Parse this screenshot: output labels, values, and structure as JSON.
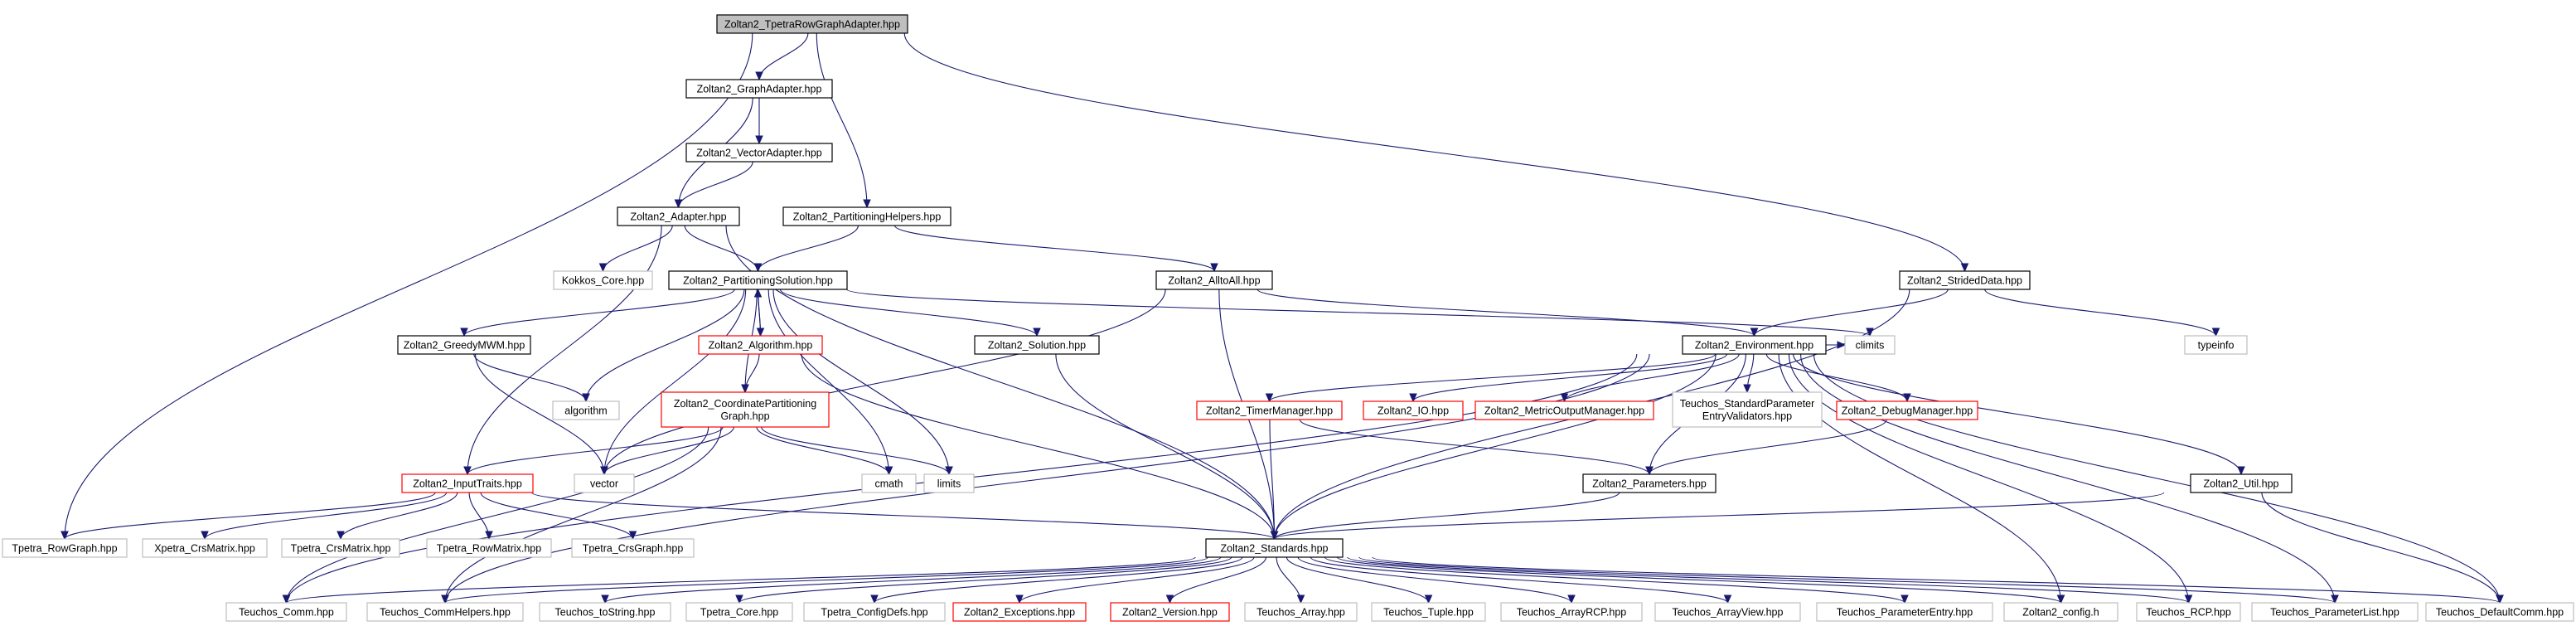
{
  "colors": {
    "root_fill": "#bfbfbf",
    "normal_border": "#000000",
    "truncated_border": "#ff0000",
    "system_border": "#bfbfbf",
    "edge": "#191970"
  },
  "nodes": [
    {
      "id": "root",
      "kind": "root",
      "lines": [
        "Zoltan2_TpetraRowGraphAdapter.hpp"
      ]
    },
    {
      "id": "graphadapter",
      "kind": "normal",
      "lines": [
        "Zoltan2_GraphAdapter.hpp"
      ]
    },
    {
      "id": "vectoradapter",
      "kind": "normal",
      "lines": [
        "Zoltan2_VectorAdapter.hpp"
      ]
    },
    {
      "id": "adapter",
      "kind": "normal",
      "lines": [
        "Zoltan2_Adapter.hpp"
      ]
    },
    {
      "id": "partitioninghelpers",
      "kind": "normal",
      "lines": [
        "Zoltan2_PartitioningHelpers.hpp"
      ]
    },
    {
      "id": "kokkos_core",
      "kind": "system",
      "lines": [
        "Kokkos_Core.hpp"
      ]
    },
    {
      "id": "partitioningsolution",
      "kind": "normal",
      "lines": [
        "Zoltan2_PartitioningSolution.hpp"
      ]
    },
    {
      "id": "alltoall",
      "kind": "normal",
      "lines": [
        "Zoltan2_AlltoAll.hpp"
      ]
    },
    {
      "id": "strideddata",
      "kind": "normal",
      "lines": [
        "Zoltan2_StridedData.hpp"
      ]
    },
    {
      "id": "greedymwm",
      "kind": "normal",
      "lines": [
        "Zoltan2_GreedyMWM.hpp"
      ]
    },
    {
      "id": "algorithm_hpp",
      "kind": "truncated",
      "lines": [
        "Zoltan2_Algorithm.hpp"
      ]
    },
    {
      "id": "solution",
      "kind": "normal",
      "lines": [
        "Zoltan2_Solution.hpp"
      ]
    },
    {
      "id": "environment",
      "kind": "normal",
      "lines": [
        "Zoltan2_Environment.hpp"
      ]
    },
    {
      "id": "climits",
      "kind": "system",
      "lines": [
        "climits"
      ]
    },
    {
      "id": "typeinfo",
      "kind": "system",
      "lines": [
        "typeinfo"
      ]
    },
    {
      "id": "algorithm",
      "kind": "system",
      "lines": [
        "algorithm"
      ]
    },
    {
      "id": "coordgraph",
      "kind": "truncated",
      "lines": [
        "Zoltan2_CoordinatePartitioning",
        "Graph.hpp"
      ]
    },
    {
      "id": "timermanager",
      "kind": "truncated",
      "lines": [
        "Zoltan2_TimerManager.hpp"
      ]
    },
    {
      "id": "io",
      "kind": "truncated",
      "lines": [
        "Zoltan2_IO.hpp"
      ]
    },
    {
      "id": "metricoutput",
      "kind": "truncated",
      "lines": [
        "Zoltan2_MetricOutputManager.hpp"
      ]
    },
    {
      "id": "validators",
      "kind": "system",
      "lines": [
        "Teuchos_StandardParameter",
        "EntryValidators.hpp"
      ]
    },
    {
      "id": "debugmanager",
      "kind": "truncated",
      "lines": [
        "Zoltan2_DebugManager.hpp"
      ]
    },
    {
      "id": "inputtraits",
      "kind": "truncated",
      "lines": [
        "Zoltan2_InputTraits.hpp"
      ]
    },
    {
      "id": "vector",
      "kind": "system",
      "lines": [
        "vector"
      ]
    },
    {
      "id": "cmath",
      "kind": "system",
      "lines": [
        "cmath"
      ]
    },
    {
      "id": "limits",
      "kind": "system",
      "lines": [
        "limits"
      ]
    },
    {
      "id": "parameters",
      "kind": "normal",
      "lines": [
        "Zoltan2_Parameters.hpp"
      ]
    },
    {
      "id": "util",
      "kind": "normal",
      "lines": [
        "Zoltan2_Util.hpp"
      ]
    },
    {
      "id": "tpetra_rowgraph",
      "kind": "system",
      "lines": [
        "Tpetra_RowGraph.hpp"
      ]
    },
    {
      "id": "xpetra_crsmatrix",
      "kind": "system",
      "lines": [
        "Xpetra_CrsMatrix.hpp"
      ]
    },
    {
      "id": "tpetra_crsmatrix",
      "kind": "system",
      "lines": [
        "Tpetra_CrsMatrix.hpp"
      ]
    },
    {
      "id": "tpetra_rowmatrix",
      "kind": "system",
      "lines": [
        "Tpetra_RowMatrix.hpp"
      ]
    },
    {
      "id": "tpetra_crsgraph",
      "kind": "system",
      "lines": [
        "Tpetra_CrsGraph.hpp"
      ]
    },
    {
      "id": "standards",
      "kind": "normal",
      "lines": [
        "Zoltan2_Standards.hpp"
      ]
    },
    {
      "id": "teuchos_comm",
      "kind": "system",
      "lines": [
        "Teuchos_Comm.hpp"
      ]
    },
    {
      "id": "teuchos_commhelpers",
      "kind": "system",
      "lines": [
        "Teuchos_CommHelpers.hpp"
      ]
    },
    {
      "id": "teuchos_tostring",
      "kind": "system",
      "lines": [
        "Teuchos_toString.hpp"
      ]
    },
    {
      "id": "tpetra_core",
      "kind": "system",
      "lines": [
        "Tpetra_Core.hpp"
      ]
    },
    {
      "id": "tpetra_configdefs",
      "kind": "system",
      "lines": [
        "Tpetra_ConfigDefs.hpp"
      ]
    },
    {
      "id": "exceptions",
      "kind": "truncated",
      "lines": [
        "Zoltan2_Exceptions.hpp"
      ]
    },
    {
      "id": "version",
      "kind": "truncated",
      "lines": [
        "Zoltan2_Version.hpp"
      ]
    },
    {
      "id": "teuchos_array",
      "kind": "system",
      "lines": [
        "Teuchos_Array.hpp"
      ]
    },
    {
      "id": "teuchos_tuple",
      "kind": "system",
      "lines": [
        "Teuchos_Tuple.hpp"
      ]
    },
    {
      "id": "teuchos_arrayrcp",
      "kind": "system",
      "lines": [
        "Teuchos_ArrayRCP.hpp"
      ]
    },
    {
      "id": "teuchos_arrayview",
      "kind": "system",
      "lines": [
        "Teuchos_ArrayView.hpp"
      ]
    },
    {
      "id": "teuchos_parameterentry",
      "kind": "system",
      "lines": [
        "Teuchos_ParameterEntry.hpp"
      ]
    },
    {
      "id": "config_h",
      "kind": "system",
      "lines": [
        "Zoltan2_config.h"
      ]
    },
    {
      "id": "teuchos_rcp",
      "kind": "system",
      "lines": [
        "Teuchos_RCP.hpp"
      ]
    },
    {
      "id": "teuchos_parameterlist",
      "kind": "system",
      "lines": [
        "Teuchos_ParameterList.hpp"
      ]
    },
    {
      "id": "teuchos_defaultcomm",
      "kind": "system",
      "lines": [
        "Teuchos_DefaultComm.hpp"
      ]
    }
  ],
  "edges": [
    [
      "root",
      "graphadapter"
    ],
    [
      "root",
      "partitioninghelpers"
    ],
    [
      "root",
      "strideddata"
    ],
    [
      "root",
      "tpetra_rowgraph"
    ],
    [
      "graphadapter",
      "vectoradapter"
    ],
    [
      "graphadapter",
      "adapter"
    ],
    [
      "vectoradapter",
      "adapter"
    ],
    [
      "adapter",
      "kokkos_core"
    ],
    [
      "adapter",
      "partitioningsolution"
    ],
    [
      "adapter",
      "inputtraits"
    ],
    [
      "adapter",
      "standards"
    ],
    [
      "partitioninghelpers",
      "partitioningsolution"
    ],
    [
      "partitioninghelpers",
      "alltoall"
    ],
    [
      "partitioningsolution",
      "greedymwm"
    ],
    [
      "partitioningsolution",
      "algorithm_hpp"
    ],
    [
      "partitioningsolution",
      "solution"
    ],
    [
      "partitioningsolution",
      "climits"
    ],
    [
      "partitioningsolution",
      "algorithm"
    ],
    [
      "partitioningsolution",
      "coordgraph"
    ],
    [
      "partitioningsolution",
      "vector"
    ],
    [
      "partitioningsolution",
      "cmath"
    ],
    [
      "partitioningsolution",
      "limits"
    ],
    [
      "algorithm_hpp",
      "partitioningsolution"
    ],
    [
      "algorithm_hpp",
      "coordgraph"
    ],
    [
      "algorithm_hpp",
      "standards"
    ],
    [
      "alltoall",
      "environment"
    ],
    [
      "alltoall",
      "standards"
    ],
    [
      "alltoall",
      "vector"
    ],
    [
      "strideddata",
      "environment"
    ],
    [
      "strideddata",
      "typeinfo"
    ],
    [
      "strideddata",
      "standards"
    ],
    [
      "greedymwm",
      "algorithm"
    ],
    [
      "greedymwm",
      "vector"
    ],
    [
      "solution",
      "standards"
    ],
    [
      "environment",
      "climits"
    ],
    [
      "environment",
      "timermanager"
    ],
    [
      "environment",
      "io"
    ],
    [
      "environment",
      "metricoutput"
    ],
    [
      "environment",
      "validators"
    ],
    [
      "environment",
      "debugmanager"
    ],
    [
      "environment",
      "parameters"
    ],
    [
      "environment",
      "util"
    ],
    [
      "environment",
      "standards"
    ],
    [
      "environment",
      "teuchos_comm"
    ],
    [
      "environment",
      "teuchos_commhelpers"
    ],
    [
      "environment",
      "config_h"
    ],
    [
      "environment",
      "teuchos_rcp"
    ],
    [
      "environment",
      "teuchos_parameterlist"
    ],
    [
      "environment",
      "teuchos_defaultcomm"
    ],
    [
      "coordgraph",
      "inputtraits"
    ],
    [
      "coordgraph",
      "vector"
    ],
    [
      "coordgraph",
      "cmath"
    ],
    [
      "coordgraph",
      "limits"
    ],
    [
      "coordgraph",
      "teuchos_comm"
    ],
    [
      "coordgraph",
      "teuchos_commhelpers"
    ],
    [
      "timermanager",
      "parameters"
    ],
    [
      "timermanager",
      "standards"
    ],
    [
      "debugmanager",
      "parameters"
    ],
    [
      "parameters",
      "standards"
    ],
    [
      "util",
      "standards"
    ],
    [
      "util",
      "teuchos_defaultcomm"
    ],
    [
      "inputtraits",
      "tpetra_rowgraph"
    ],
    [
      "inputtraits",
      "xpetra_crsmatrix"
    ],
    [
      "inputtraits",
      "tpetra_crsmatrix"
    ],
    [
      "inputtraits",
      "tpetra_rowmatrix"
    ],
    [
      "inputtraits",
      "tpetra_crsgraph"
    ],
    [
      "inputtraits",
      "standards"
    ],
    [
      "standards",
      "teuchos_comm"
    ],
    [
      "standards",
      "teuchos_commhelpers"
    ],
    [
      "standards",
      "teuchos_tostring"
    ],
    [
      "standards",
      "tpetra_core"
    ],
    [
      "standards",
      "tpetra_configdefs"
    ],
    [
      "standards",
      "exceptions"
    ],
    [
      "standards",
      "version"
    ],
    [
      "standards",
      "teuchos_array"
    ],
    [
      "standards",
      "teuchos_tuple"
    ],
    [
      "standards",
      "teuchos_arrayrcp"
    ],
    [
      "standards",
      "teuchos_arrayview"
    ],
    [
      "standards",
      "teuchos_parameterentry"
    ],
    [
      "standards",
      "config_h"
    ],
    [
      "standards",
      "teuchos_rcp"
    ],
    [
      "standards",
      "teuchos_parameterlist"
    ],
    [
      "standards",
      "teuchos_defaultcomm"
    ]
  ]
}
